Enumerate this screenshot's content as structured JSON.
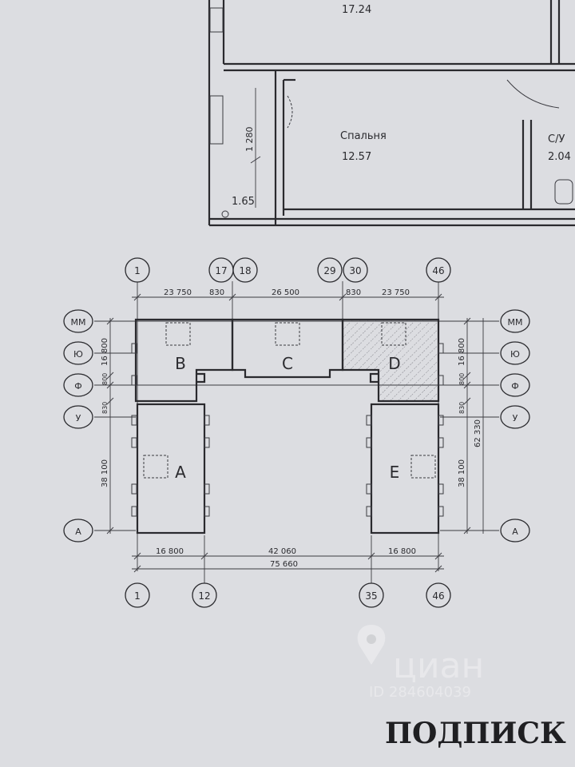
{
  "plan": {
    "room_top_area": "17.24",
    "bedroom_label": "Спальня",
    "bedroom_area": "12.57",
    "bathroom_label": "С/У",
    "bathroom_area": "2.04",
    "balcony_area": "1.65",
    "balcony_dim": "1 280"
  },
  "site": {
    "blocks": [
      "A",
      "B",
      "C",
      "D",
      "E"
    ],
    "grid_top": [
      "1",
      "17",
      "18",
      "29",
      "30",
      "46"
    ],
    "grid_bottom": [
      "1",
      "12",
      "35",
      "46"
    ],
    "rows_left": [
      "ММ",
      "Ю",
      "Ф",
      "У",
      "А"
    ],
    "rows_right": [
      "ММ",
      "Ю",
      "Ф",
      "У",
      "А"
    ],
    "dims_top": [
      "23 750",
      "830",
      "26 500",
      "830",
      "23 750"
    ],
    "dims_bottom": [
      "16 800",
      "42 060",
      "16 800"
    ],
    "dim_total": "75 660",
    "dims_left": [
      "16 800",
      "800",
      "830",
      "38 100"
    ],
    "dims_right": [
      "16 800",
      "800",
      "830",
      "38 100"
    ],
    "dim_right_total": "62 330"
  },
  "watermark": {
    "brand": "циан",
    "id": "ID 284604039"
  },
  "caption": "ПОДПИСК"
}
